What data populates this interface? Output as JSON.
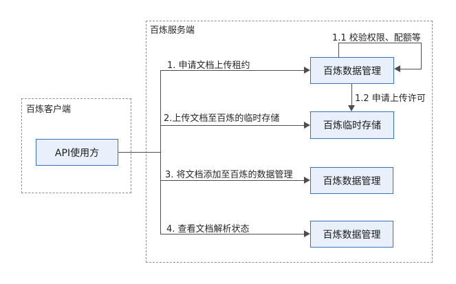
{
  "diagram": {
    "groups": {
      "server": {
        "label": "百炼服务端"
      },
      "client": {
        "label": "百炼客户端"
      }
    },
    "nodes": {
      "api": {
        "label": "API使用方"
      },
      "data_mgmt_1": {
        "label": "百炼数据管理"
      },
      "temp_storage": {
        "label": "百炼临时存储"
      },
      "data_mgmt_3": {
        "label": "百炼数据管理"
      },
      "data_mgmt_4": {
        "label": "百炼数据管理"
      }
    },
    "edges": {
      "step1": {
        "label": "1. 申请文档上传租约"
      },
      "step1_1": {
        "label": "1.1 校验权限、配额等"
      },
      "step1_2": {
        "label": "1.2 申请上传许可"
      },
      "step2": {
        "label": "2.上传文档至百炼的临时存储"
      },
      "step3": {
        "label": "3. 将文档添加至百炼的数据管理"
      },
      "step4": {
        "label": "4. 查看文档解析状态"
      }
    },
    "colors": {
      "node_fill": "#e9f0fb",
      "node_border": "#3371c7",
      "line": "#4d4d4d",
      "group_border": "#8c8c8c",
      "text": "#262626"
    }
  }
}
